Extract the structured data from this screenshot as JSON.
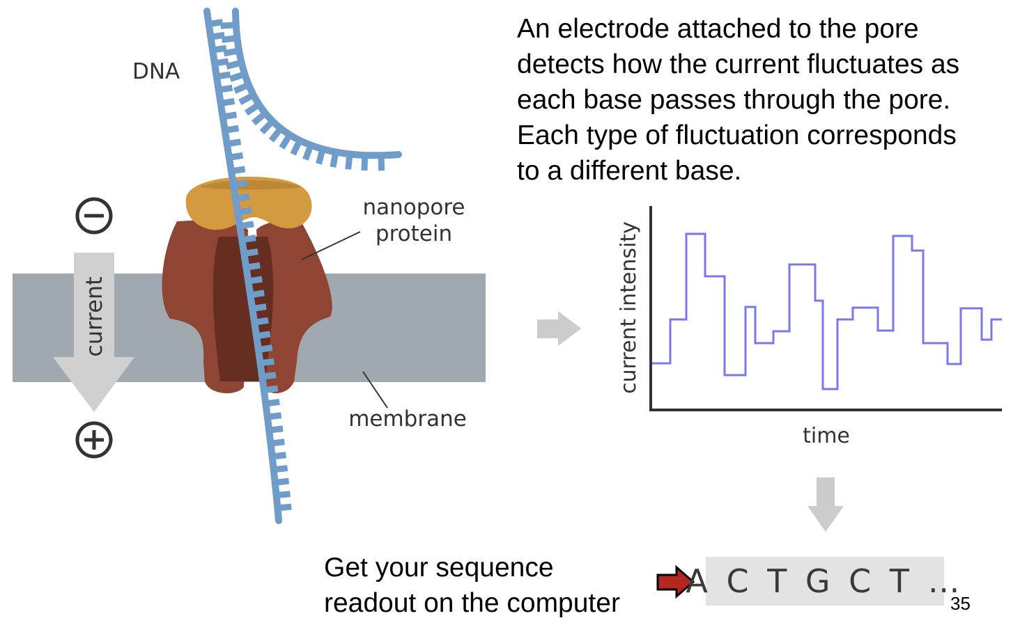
{
  "labels": {
    "dna": "DNA",
    "nanopore_line1": "nanopore",
    "nanopore_line2": "protein",
    "membrane": "membrane",
    "current": "current",
    "y_axis": "current intensity",
    "x_axis": "time"
  },
  "description": [
    "An electrode attached to the pore",
    "detects how the current fluctuates as",
    "each base passes through the pore.",
    "Each type of fluctuation corresponds",
    "to a different base."
  ],
  "readout": [
    "Get your sequence",
    "readout on the computer"
  ],
  "sequence": "A C T G C T …",
  "page_number": "35",
  "colors": {
    "dna": "#6f9cc9",
    "membrane": "#a0a8b0",
    "protein": "#8f4533",
    "protein_dark": "#652e21",
    "protein_cap": "#d39a3f",
    "signal": "#7878e6",
    "arrow_gray": "#cccccc",
    "pointer_red": "#b5261e"
  }
}
